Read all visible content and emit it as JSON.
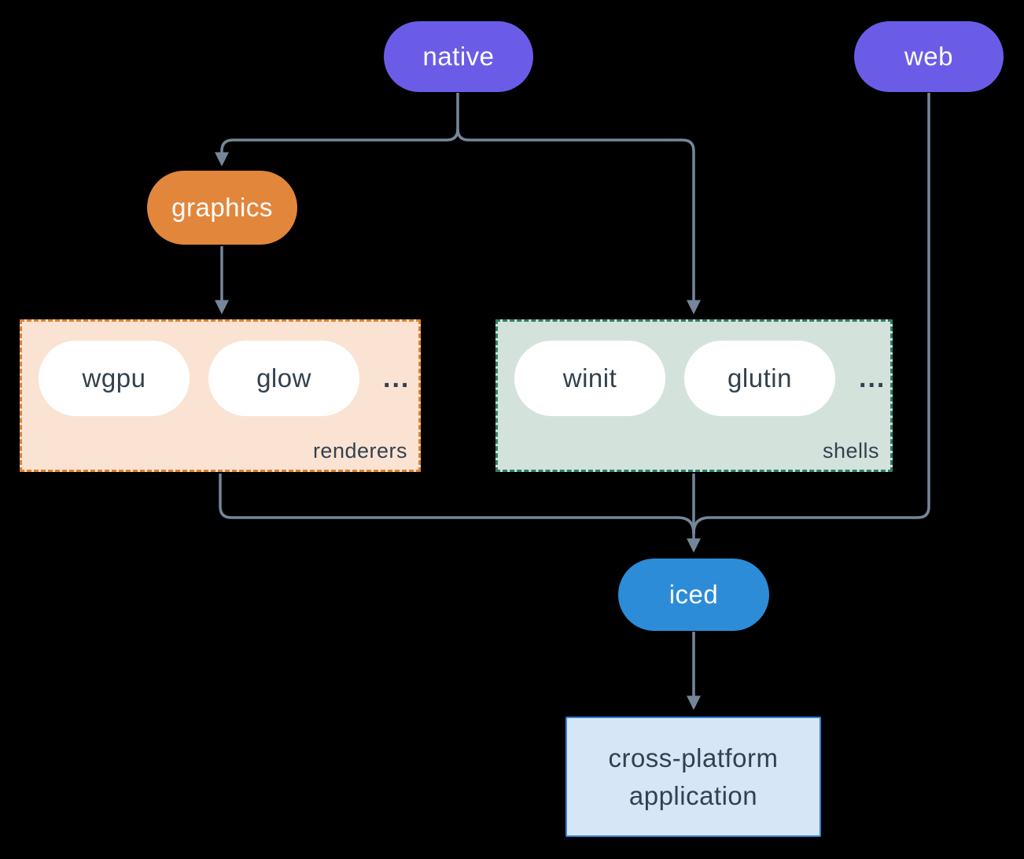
{
  "colors": {
    "background": "#000000",
    "connector": "#76869a",
    "native_pill": "#6b5ce8",
    "web_pill": "#6b5ce8",
    "graphics_pill": "#e2863c",
    "iced_pill": "#2d8cd8",
    "item_pill_bg": "#ffffff",
    "item_text": "#33414f",
    "renderers_bg": "#fae3d2",
    "renderers_border": "#e0812e",
    "shells_bg": "#d4e2dc",
    "shells_border": "#2f7e68",
    "app_bg": "#d6e6f7",
    "app_border": "#3285d3"
  },
  "nodes": {
    "native": {
      "label": "native"
    },
    "web": {
      "label": "web"
    },
    "graphics": {
      "label": "graphics"
    },
    "iced": {
      "label": "iced"
    },
    "application": {
      "label": "cross-platform application"
    }
  },
  "groups": {
    "renderers": {
      "label": "renderers",
      "items": [
        {
          "label": "wgpu"
        },
        {
          "label": "glow"
        }
      ],
      "ellipsis": "..."
    },
    "shells": {
      "label": "shells",
      "items": [
        {
          "label": "winit"
        },
        {
          "label": "glutin"
        }
      ],
      "ellipsis": "..."
    }
  }
}
